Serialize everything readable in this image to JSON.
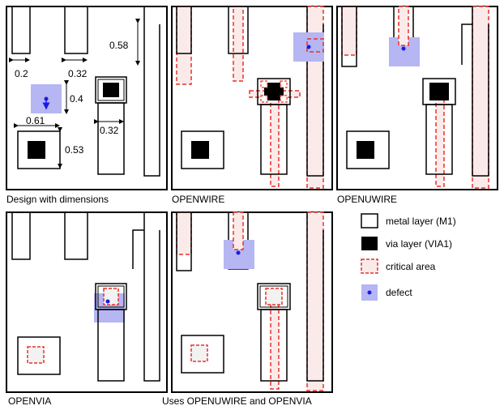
{
  "captions": {
    "design": "Design with dimensions",
    "openwire": "OPENWIRE",
    "openuwire": "OPENUWIRE",
    "openvia": "OPENVIA",
    "combined": "Uses OPENUWIRE and OPENVIA"
  },
  "dimensions": {
    "d1": "0.2",
    "d2": "0.32",
    "d3": "0.58",
    "d4": "0.4",
    "d5": "0.61",
    "d6": "0.53",
    "d7": "0.32"
  },
  "legend": {
    "metal": "metal layer (M1)",
    "via": "via layer (VIA1)",
    "critical": "critical area",
    "defect": "defect"
  },
  "colors": {
    "metal_stroke": "#000000",
    "via_fill": "#000000",
    "critical_stroke": "#e8312a",
    "critical_fill": "#fbeaea",
    "defect_area": "#b6b6f2",
    "defect_dot": "#1a1ae6",
    "arrow_blue": "#1a1ae6"
  }
}
